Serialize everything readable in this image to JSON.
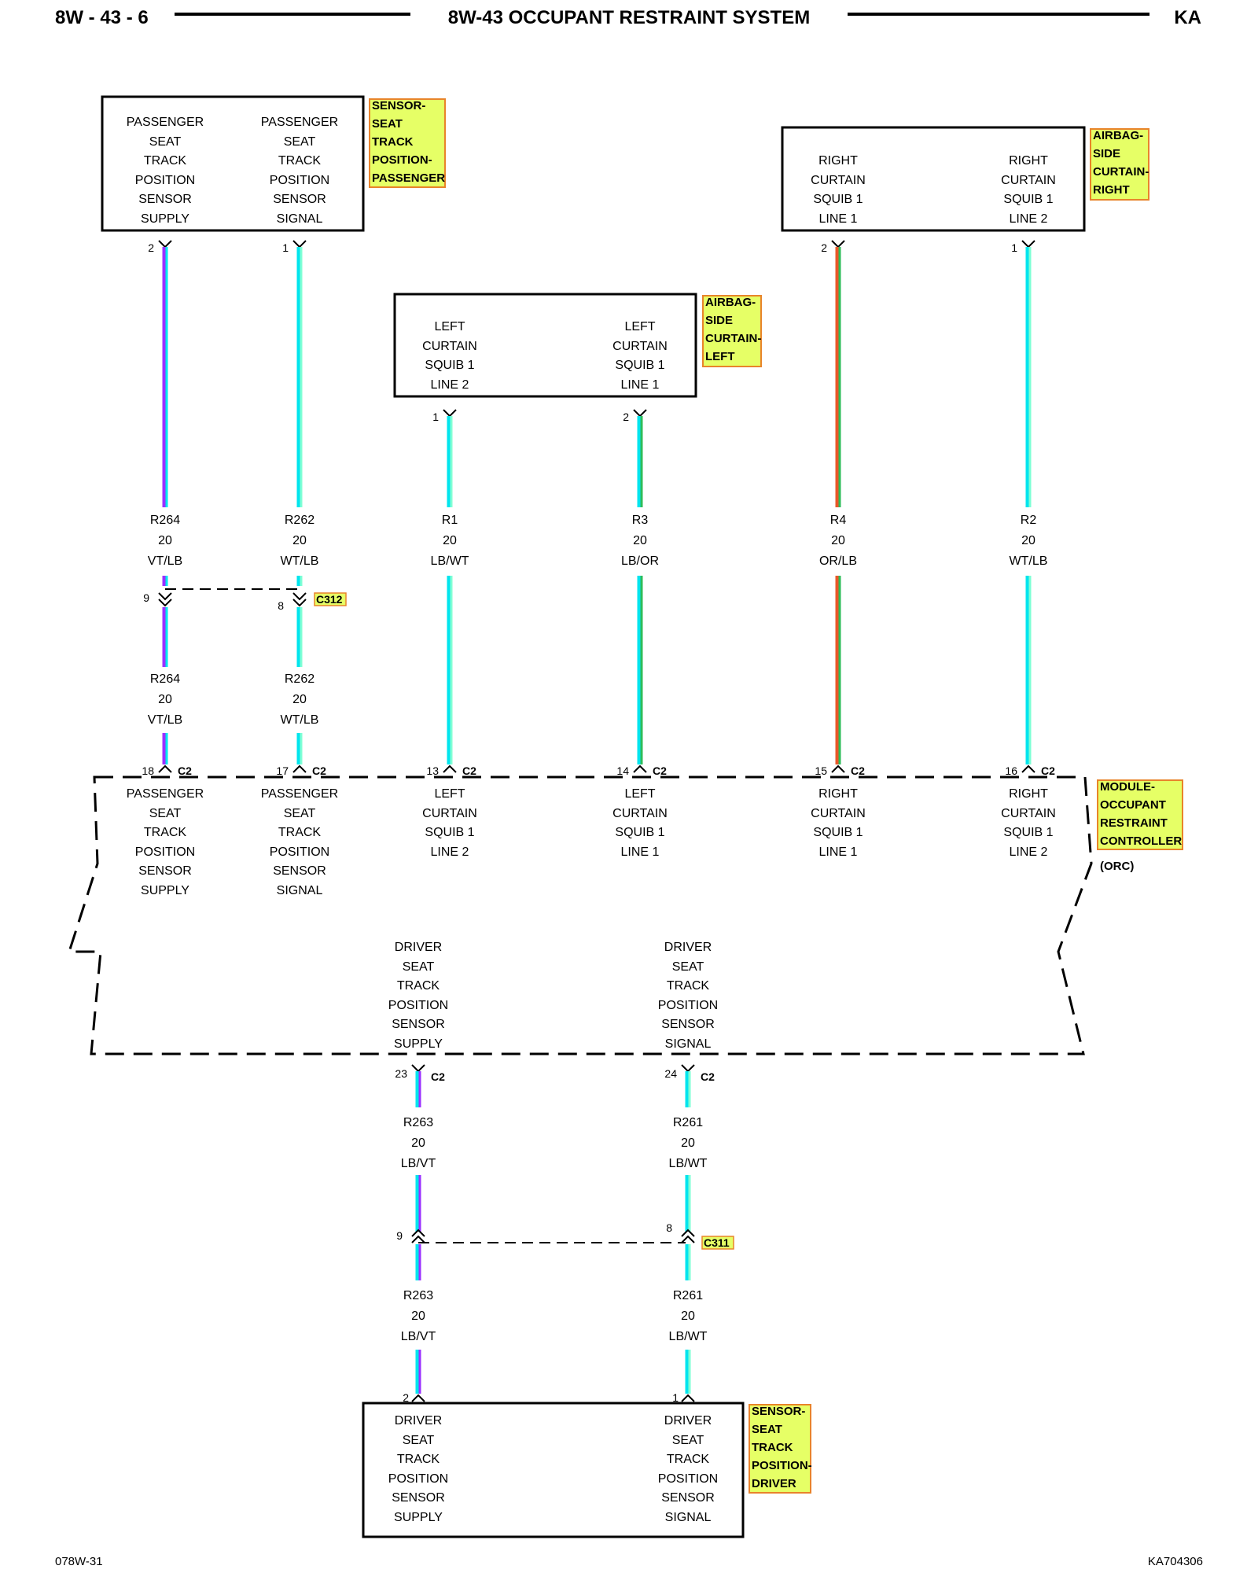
{
  "header": {
    "page_code": "8W - 43 - 6",
    "title": "8W-43 OCCUPANT RESTRAINT SYSTEM",
    "model": "KA"
  },
  "components": {
    "sensor_passenger": {
      "left_label": [
        "PASSENGER",
        "SEAT",
        "TRACK",
        "POSITION",
        "SENSOR",
        "SUPPLY"
      ],
      "right_label": [
        "PASSENGER",
        "SEAT",
        "TRACK",
        "POSITION",
        "SENSOR",
        "SIGNAL"
      ],
      "callout": [
        "SENSOR-",
        "SEAT",
        "TRACK",
        "POSITION-",
        "PASSENGER"
      ]
    },
    "airbag_left": {
      "left_label": [
        "LEFT",
        "CURTAIN",
        "SQUIB 1",
        "LINE 2"
      ],
      "right_label": [
        "LEFT",
        "CURTAIN",
        "SQUIB 1",
        "LINE 1"
      ],
      "callout": [
        "AIRBAG-",
        "SIDE",
        "CURTAIN-",
        "LEFT"
      ]
    },
    "airbag_right": {
      "left_label": [
        "RIGHT",
        "CURTAIN",
        "SQUIB 1",
        "LINE 1"
      ],
      "right_label": [
        "RIGHT",
        "CURTAIN",
        "SQUIB 1",
        "LINE 2"
      ],
      "callout": [
        "AIRBAG-",
        "SIDE",
        "CURTAIN-",
        "RIGHT"
      ]
    },
    "orc": {
      "callout": [
        "MODULE-",
        "OCCUPANT",
        "RESTRAINT",
        "CONTROLLER"
      ],
      "sub": "(ORC)",
      "top_labels": [
        [
          "PASSENGER",
          "SEAT",
          "TRACK",
          "POSITION",
          "SENSOR",
          "SUPPLY"
        ],
        [
          "PASSENGER",
          "SEAT",
          "TRACK",
          "POSITION",
          "SENSOR",
          "SIGNAL"
        ],
        [
          "LEFT",
          "CURTAIN",
          "SQUIB 1",
          "LINE 2"
        ],
        [
          "LEFT",
          "CURTAIN",
          "SQUIB 1",
          "LINE 1"
        ],
        [
          "RIGHT",
          "CURTAIN",
          "SQUIB 1",
          "LINE 1"
        ],
        [
          "RIGHT",
          "CURTAIN",
          "SQUIB 1",
          "LINE 2"
        ]
      ],
      "bottom_labels": [
        [
          "DRIVER",
          "SEAT",
          "TRACK",
          "POSITION",
          "SENSOR",
          "SUPPLY"
        ],
        [
          "DRIVER",
          "SEAT",
          "TRACK",
          "POSITION",
          "SENSOR",
          "SIGNAL"
        ]
      ]
    },
    "sensor_driver": {
      "left_label": [
        "DRIVER",
        "SEAT",
        "TRACK",
        "POSITION",
        "SENSOR",
        "SUPPLY"
      ],
      "right_label": [
        "DRIVER",
        "SEAT",
        "TRACK",
        "POSITION",
        "SENSOR",
        "SIGNAL"
      ],
      "callout": [
        "SENSOR-",
        "SEAT",
        "TRACK",
        "POSITION-",
        "DRIVER"
      ]
    }
  },
  "top_wires": [
    {
      "comp_pin": "2",
      "circuit": "R264",
      "gauge": "20",
      "color": "VT/LB",
      "inline_pin": "9",
      "orc_pin": "18",
      "orc_conn": "C2",
      "stripe_main": "#9b30ff",
      "stripe_tracer": "#00e5ee"
    },
    {
      "comp_pin": "1",
      "circuit": "R262",
      "gauge": "20",
      "color": "WT/LB",
      "inline_pin": "8",
      "orc_pin": "17",
      "orc_conn": "C2",
      "stripe_main": "#00e5ee",
      "stripe_tracer": "#7fffd4"
    },
    {
      "comp_pin": "1",
      "circuit": "R1",
      "gauge": "20",
      "color": "LB/WT",
      "orc_pin": "13",
      "orc_conn": "C2",
      "stripe_main": "#00e5ee",
      "stripe_tracer": "#7fffd4"
    },
    {
      "comp_pin": "2",
      "circuit": "R3",
      "gauge": "20",
      "color": "LB/OR",
      "orc_pin": "14",
      "orc_conn": "C2",
      "stripe_main": "#00e5ee",
      "stripe_tracer": "#2ebd59"
    },
    {
      "comp_pin": "2",
      "circuit": "R4",
      "gauge": "20",
      "color": "OR/LB",
      "orc_pin": "15",
      "orc_conn": "C2",
      "stripe_main": "#e8582a",
      "stripe_tracer": "#2ebd59"
    },
    {
      "comp_pin": "1",
      "circuit": "R2",
      "gauge": "20",
      "color": "WT/LB",
      "orc_pin": "16",
      "orc_conn": "C2",
      "stripe_main": "#00e5ee",
      "stripe_tracer": "#7fffd4"
    }
  ],
  "bottom_wires": [
    {
      "orc_pin": "23",
      "orc_conn": "C2",
      "circuit": "R263",
      "gauge": "20",
      "color": "LB/VT",
      "inline_pin": "9",
      "comp_pin": "2",
      "stripe_main": "#00e5ee",
      "stripe_tracer": "#9b30ff"
    },
    {
      "orc_pin": "24",
      "orc_conn": "C2",
      "circuit": "R261",
      "gauge": "20",
      "color": "LB/WT",
      "inline_pin": "8",
      "comp_pin": "1",
      "stripe_main": "#00e5ee",
      "stripe_tracer": "#7fffd4"
    }
  ],
  "inline_connectors": {
    "top": "C312",
    "bottom": "C311"
  },
  "footer": {
    "left": "078W-31",
    "right": "KA704306"
  },
  "colors": {
    "callout_fill": "#e6ff66",
    "callout_border": "#e8842a"
  }
}
